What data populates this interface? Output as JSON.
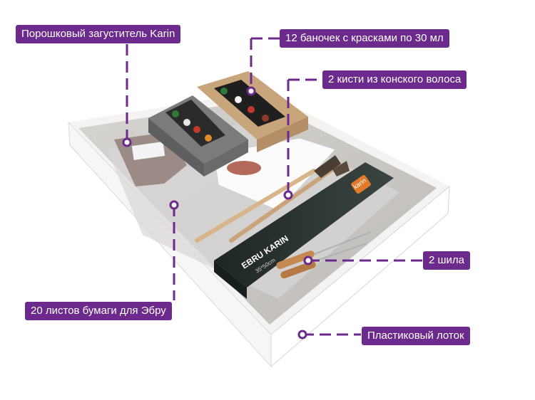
{
  "annotations": {
    "thickener": "Порошковый загуститель Karin",
    "paints": "12 баночек с красками по 30 мл",
    "brushes": "2 кисти из конского волоса",
    "awls": "2 шила",
    "paper": "20 листов бумаги для Эбру",
    "tray": "Пластиковый лоток"
  },
  "product_text": {
    "case_text": "EBRU KARIN",
    "case_size": "35*50cm",
    "brand": "karin"
  },
  "colors": {
    "accent": "#6c2a8c",
    "tray": "#f4f3f1",
    "case": "#2b3431",
    "paint_box": "#c9a57c",
    "grey_box": "#6f6f6f"
  }
}
